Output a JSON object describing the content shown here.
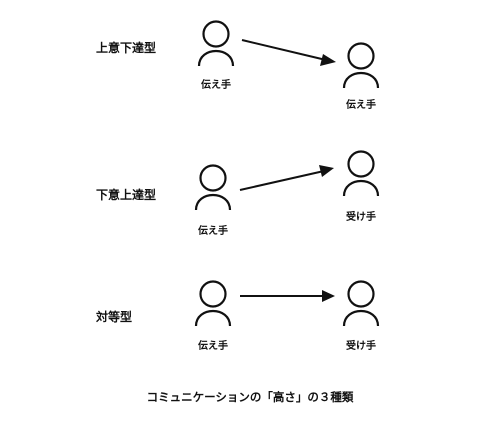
{
  "caption": "コミュニケーションの「高さ」の３種類",
  "colors": {
    "ink": "#111111",
    "background": "#ffffff"
  },
  "rows": [
    {
      "label": "上意下達型",
      "sender_label": "伝え手",
      "receiver_label": "伝え手",
      "direction": "downward"
    },
    {
      "label": "下意上達型",
      "sender_label": "伝え手",
      "receiver_label": "受け手",
      "direction": "upward"
    },
    {
      "label": "対等型",
      "sender_label": "伝え手",
      "receiver_label": "受け手",
      "direction": "level"
    }
  ],
  "icons": {
    "person": "person-icon",
    "arrow": "arrow-right-icon"
  }
}
